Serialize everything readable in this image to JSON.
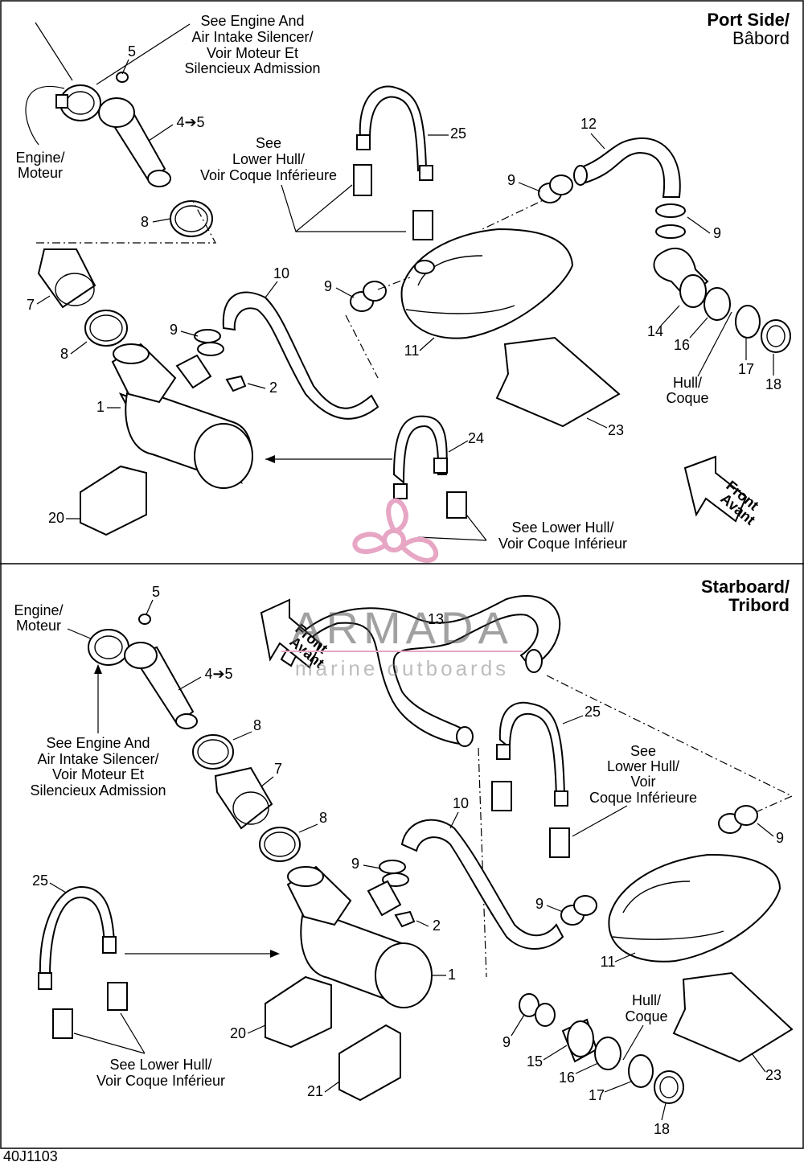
{
  "sections": {
    "port": {
      "title_line1": "Port Side/",
      "title_line2": "Bâbord"
    },
    "starboard": {
      "title_line1": "Starboard/",
      "title_line2": "Tribord"
    }
  },
  "port_labels": {
    "see_engine": [
      "See Engine And",
      "Air Intake Silencer/",
      "Voir Moteur Et",
      "Silencieux Admission"
    ],
    "engine": [
      "Engine/",
      "Moteur"
    ],
    "see_lower_hull_a": [
      "See",
      "Lower Hull/",
      "Voir Coque Inférieure"
    ],
    "see_lower_hull_b": [
      "See Lower Hull/",
      "Voir Coque Inférieur"
    ],
    "hull": [
      "Hull/",
      "Coque"
    ],
    "front": [
      "Front",
      "Avant"
    ],
    "callouts": [
      "5",
      "4➔5",
      "8",
      "7",
      "8",
      "1",
      "10",
      "9",
      "2",
      "20",
      "25",
      "9",
      "12",
      "9",
      "9",
      "11",
      "14",
      "16",
      "17",
      "18",
      "23",
      "24"
    ]
  },
  "starboard_labels": {
    "engine": [
      "Engine/",
      "Moteur"
    ],
    "see_engine": [
      "See Engine And",
      "Air Intake Silencer/",
      "Voir Moteur Et",
      "Silencieux Admission"
    ],
    "see_lower_hull_a": [
      "See",
      "Lower Hull/",
      "Voir",
      "Coque Inférieure"
    ],
    "see_lower_hull_b": [
      "See Lower Hull/",
      "Voir Coque Inférieur"
    ],
    "hull": [
      "Hull/",
      "Coque"
    ],
    "front": [
      "Front",
      "Avant"
    ],
    "callouts": [
      "5",
      "4➔5",
      "8",
      "7",
      "8",
      "13",
      "25",
      "10",
      "9",
      "2",
      "1",
      "25",
      "20",
      "21",
      "9",
      "9",
      "11",
      "9",
      "15",
      "16",
      "17",
      "18",
      "23"
    ]
  },
  "watermark": {
    "brand": "ARMADA",
    "tagline": "marine outboards",
    "accent_color": "#e7a6c4"
  },
  "figure_code": "40J1103"
}
